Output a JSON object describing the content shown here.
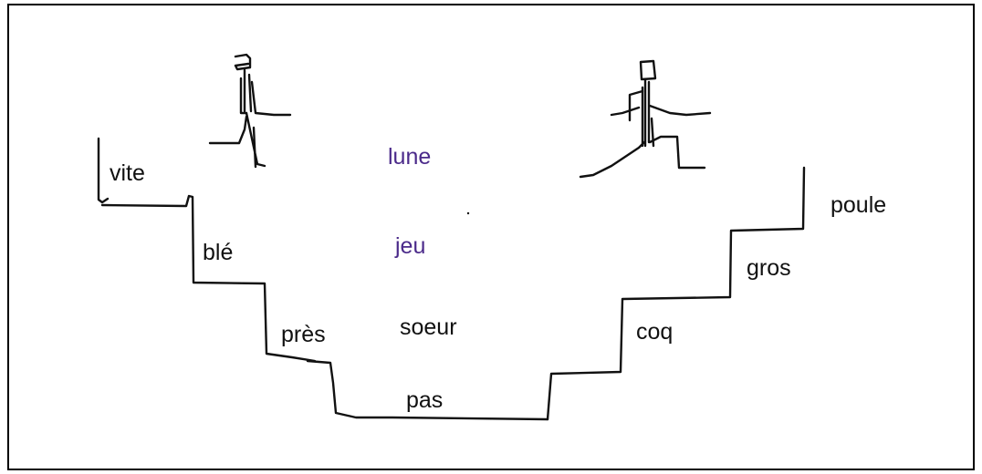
{
  "words": {
    "vite": "vite",
    "ble": "blé",
    "pres": "près",
    "pas": "pas",
    "lune": "lune",
    "jeu": "jeu",
    "soeur": "soeur",
    "coq": "coq",
    "gros": "gros",
    "poule": "poule"
  },
  "colors": {
    "text": "#111111",
    "accent": "#4b2a8a",
    "line": "#111111"
  },
  "icons": {
    "left_figure": "walking-stick-figure-icon",
    "right_figure": "running-stick-figure-icon"
  }
}
